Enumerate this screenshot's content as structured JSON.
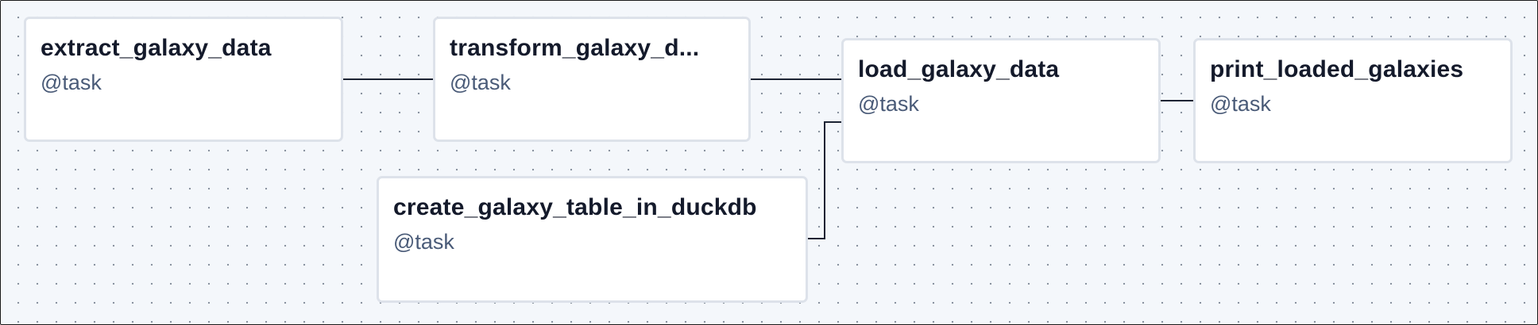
{
  "dag": {
    "nodes": {
      "extract": {
        "title": "extract_galaxy_data",
        "decorator": "@task"
      },
      "transform": {
        "title": "transform_galaxy_d...",
        "decorator": "@task"
      },
      "load": {
        "title": "load_galaxy_data",
        "decorator": "@task"
      },
      "print": {
        "title": "print_loaded_galaxies",
        "decorator": "@task"
      },
      "create": {
        "title": "create_galaxy_table_in_duckdb",
        "decorator": "@task"
      }
    },
    "edges": [
      {
        "from": "extract_galaxy_data",
        "to": "transform_galaxy_data"
      },
      {
        "from": "transform_galaxy_data",
        "to": "load_galaxy_data"
      },
      {
        "from": "create_galaxy_table_in_duckdb",
        "to": "load_galaxy_data"
      },
      {
        "from": "load_galaxy_data",
        "to": "print_loaded_galaxies"
      }
    ]
  }
}
